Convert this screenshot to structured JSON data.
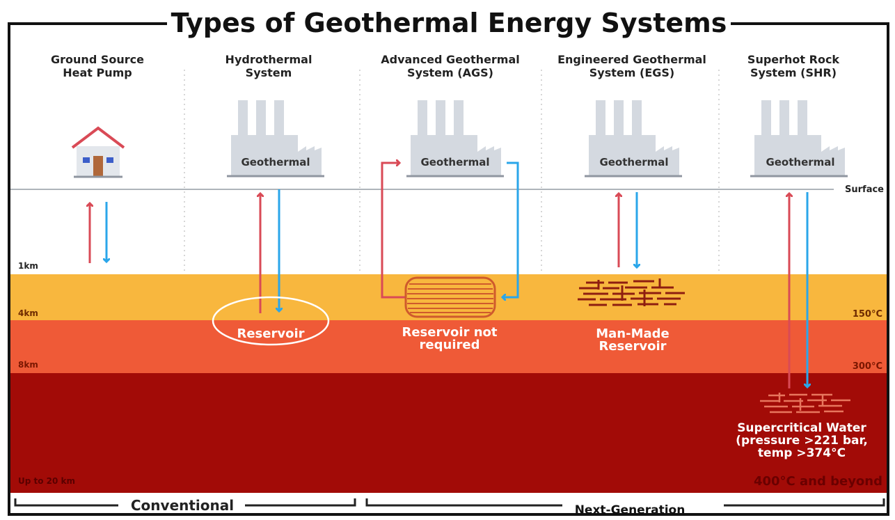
{
  "title": "Types of Geothermal Energy Systems",
  "systems": [
    {
      "line1": "Ground Source",
      "line2": "Heat Pump"
    },
    {
      "line1": "Hydrothermal",
      "line2": "System"
    },
    {
      "line1": "Advanced Geothermal",
      "line2": "System (AGS)"
    },
    {
      "line1": "Engineered Geothermal",
      "line2": "System (EGS)"
    },
    {
      "line1": "Superhot Rock",
      "line2": "System (SHR)"
    }
  ],
  "plant_label": "Geothermal",
  "surface_label": "Surface",
  "depths": {
    "d1": "1km",
    "d4": "4km",
    "d8": "8km",
    "bottom": "Up to 20 km"
  },
  "temperatures": {
    "t150": "150°C",
    "t300": "300°C",
    "t400": "400°C and beyond"
  },
  "reservoirs": {
    "hydrothermal": "Reservoir",
    "ags_line1": "Reservoir not",
    "ags_line2": "required",
    "egs_line1": "Man-Made",
    "egs_line2": "Reservoir",
    "shr_line1": "Supercritical Water",
    "shr_line2": "(pressure >221 bar,",
    "shr_line3": "temp >374°C"
  },
  "categories": {
    "conventional": "Conventional",
    "next_generation": "Next-Generation"
  },
  "colors": {
    "layer_yellow": "#f8b73e",
    "layer_orange": "#ef5a37",
    "layer_deep": "#a20b07",
    "arrow_red": "#d94a56",
    "arrow_blue": "#2aa6ea",
    "plant_gray": "#d4d9e0"
  }
}
